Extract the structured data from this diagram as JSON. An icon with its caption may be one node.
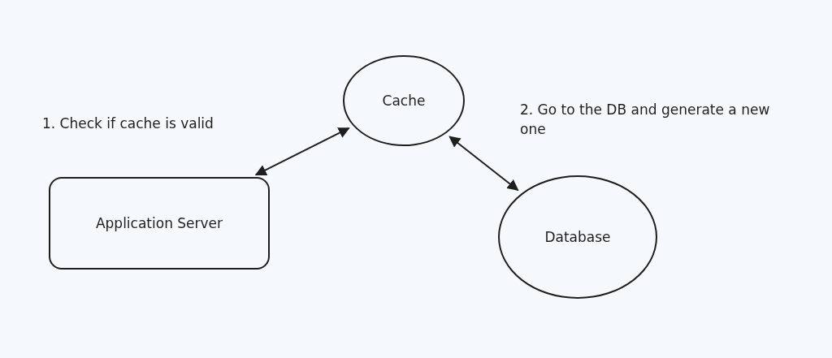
{
  "diagram": {
    "nodes": [
      {
        "text": [
          "Cache"
        ]
      },
      {
        "text": [
          "Application Server"
        ]
      },
      {
        "text": [
          "Database"
        ]
      }
    ],
    "edges": [
      {
        "from": 1,
        "to": 0,
        "arrow": "both",
        "label": "1. Check if cache is valid"
      },
      {
        "from": 0,
        "to": 2,
        "arrow": "both",
        "label": "2. Go to the DB and generate a new one"
      }
    ]
  }
}
